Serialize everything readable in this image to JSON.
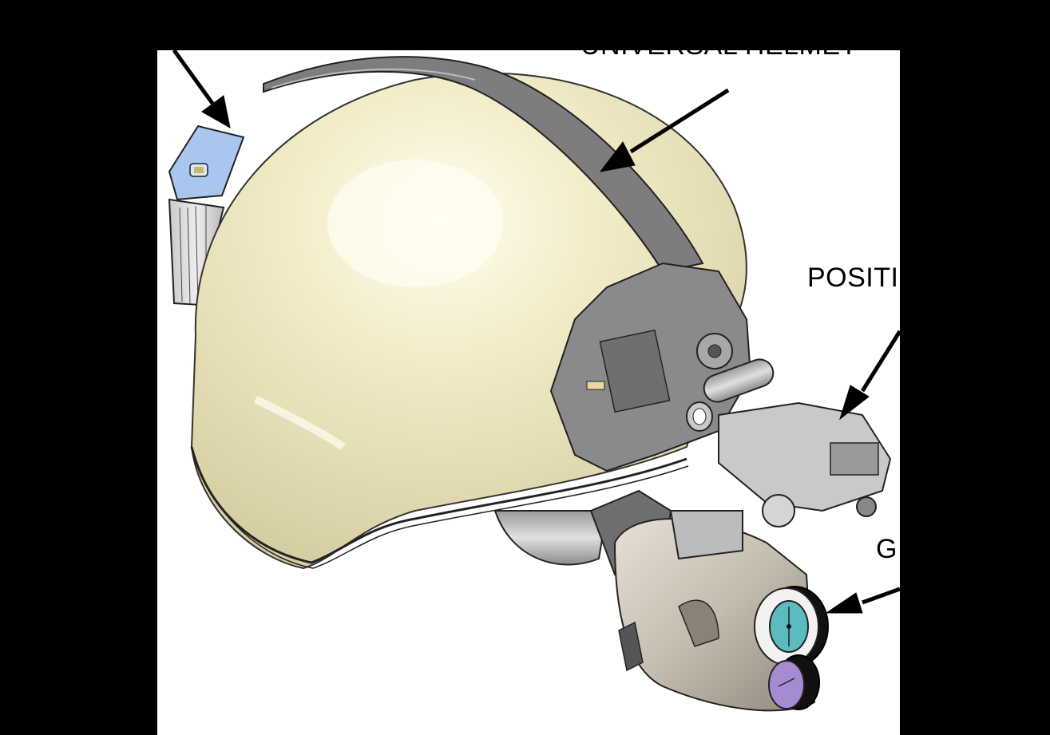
{
  "figure": {
    "subject": "Helmet with night vision goggle mount assembly",
    "background_color": "#000000",
    "panel_color": "#ffffff"
  },
  "callouts": [
    {
      "id": "battery-pack",
      "label": "",
      "arrow_to": "battery pack (blue top) on rear of helmet"
    },
    {
      "id": "universal-helmet",
      "label": "UNIVERSAL HELMET",
      "arrow_to": "helmet shell / strap"
    },
    {
      "id": "position-mount",
      "label": "POSITI",
      "arrow_to": "positioning mount bracket"
    },
    {
      "id": "goggle",
      "label": "G",
      "arrow_to": "goggle objective lens"
    }
  ],
  "colors": {
    "helmet_shell": "#e9e2b8",
    "helmet_highlight": "#fffdf0",
    "helmet_rim": "#d8d0a4",
    "strap": "#7d7d7f",
    "mount": "#8a8a8c",
    "battery_top": "#a9c6ee",
    "battery_body": "#d5d6d8",
    "goggle_body": "#b9b2a6",
    "lens_upper": "#5bbcbf",
    "lens_lower": "#a58bd0",
    "arrow": "#000000"
  }
}
